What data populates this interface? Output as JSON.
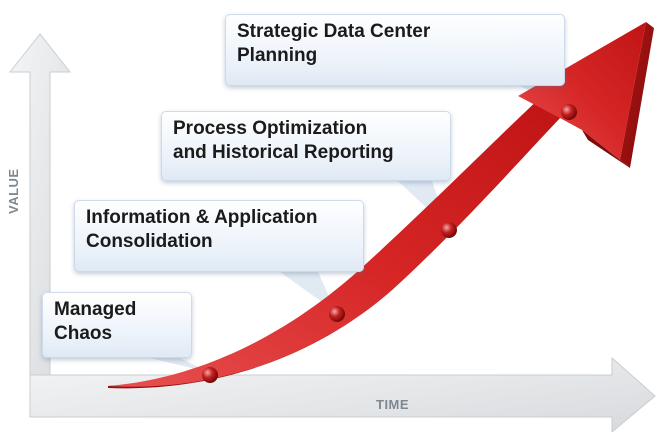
{
  "axes": {
    "y_label": "VALUE",
    "x_label": "TIME"
  },
  "stages": [
    {
      "label": "Managed\nChaos"
    },
    {
      "label": "Information & Application\nConsolidation"
    },
    {
      "label": "Process Optimization\nand Historical Reporting"
    },
    {
      "label": "Strategic Data Center\nPlanning"
    }
  ],
  "colors": {
    "arrow_red": "#d42a2a",
    "arrow_dark": "#9e1010",
    "axis_gray": "#d5d8dc",
    "callout_fill": "#eef4fb"
  }
}
